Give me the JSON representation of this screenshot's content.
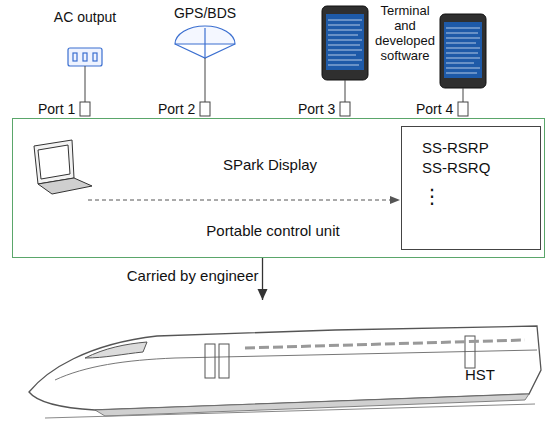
{
  "diagram": {
    "nodes": [
      {
        "text": [
          "Portable control unit"
        ]
      },
      {
        "text": [
          "SS-RSRP",
          "SS-RSRQ",
          "⋮"
        ],
        "in": 0
      },
      {
        "text": [
          "HST"
        ]
      }
    ],
    "edges": [
      {
        "from": 0,
        "to": 2,
        "arrow": "to",
        "label": "Carried by engineer"
      }
    ],
    "labels": [
      "AC output",
      "GPS/BDS",
      "Terminal and developed software",
      "Port 1",
      "Port 2",
      "Port 3",
      "Port 4",
      "SPark Display"
    ]
  }
}
